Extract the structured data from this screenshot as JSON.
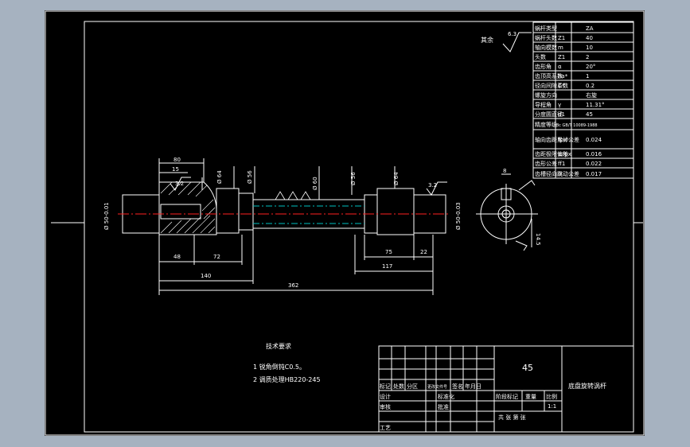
{
  "drawing": {
    "title": "底盘旋转涡杆",
    "material": "45",
    "surface_note": "其余",
    "surface_roughness": "6.3",
    "tech_requirements": {
      "heading": "技术要求",
      "items": [
        "1 锐角倒钝C0.5。",
        "2 调质处理HB220-245"
      ]
    },
    "dimensions": {
      "d80": "80",
      "d15": "15",
      "r32_left": "3.2",
      "r32_right": "3.2",
      "dia64_left": "Ø 64",
      "dia56_left": "Ø 56",
      "dia60": "Ø 60",
      "dia56_right": "Ø 56",
      "dia64_right": "Ø 64",
      "dia50_left": "Ø 50-0.01",
      "dia50_right": "Ø 50-0.03",
      "d48": "48",
      "d72": "72",
      "d75": "75",
      "d22": "22",
      "d140": "140",
      "d117": "117",
      "d362": "362",
      "sec_width": "8",
      "sec_depth": "14.5"
    },
    "param_table": [
      [
        "蜗杆类型",
        "ZA",
        ""
      ],
      [
        "蜗杆头数",
        "Z1",
        "40"
      ],
      [
        "轴向模数",
        "m",
        "10"
      ],
      [
        "头数",
        "Z1",
        "2"
      ],
      [
        "齿形角",
        "α",
        "20°"
      ],
      [
        "齿顶高系数",
        "ha*",
        "1"
      ],
      [
        "径向间隙系数",
        "C*",
        "0.2"
      ],
      [
        "螺旋方向",
        "",
        "右旋"
      ],
      [
        "导程角",
        "γ",
        "11.31°"
      ],
      [
        "分度圆直径",
        "d1",
        "45"
      ],
      [
        "精度等级",
        "8c GB/T 10089-1988",
        ""
      ],
      [
        "轴向齿距累计公差",
        "fpxl",
        "0.024"
      ],
      [
        "齿距极限偏差",
        "±fpx",
        "0.016"
      ],
      [
        "齿形公差",
        "ff1",
        "0.022"
      ],
      [
        "齿槽径向跳动公差",
        "fr",
        "0.017"
      ]
    ],
    "title_block": {
      "row_labels": [
        "标记",
        "处数",
        "分区",
        "更改文件号",
        "签名",
        "年月日"
      ],
      "design": "设计",
      "standard": "标准化",
      "review": "审核",
      "process": "工艺",
      "approve": "批准",
      "stage": "阶段标记",
      "weight": "重量",
      "scale": "比例",
      "scale_value": "1:1",
      "sheets": "共 张 第 张"
    }
  }
}
